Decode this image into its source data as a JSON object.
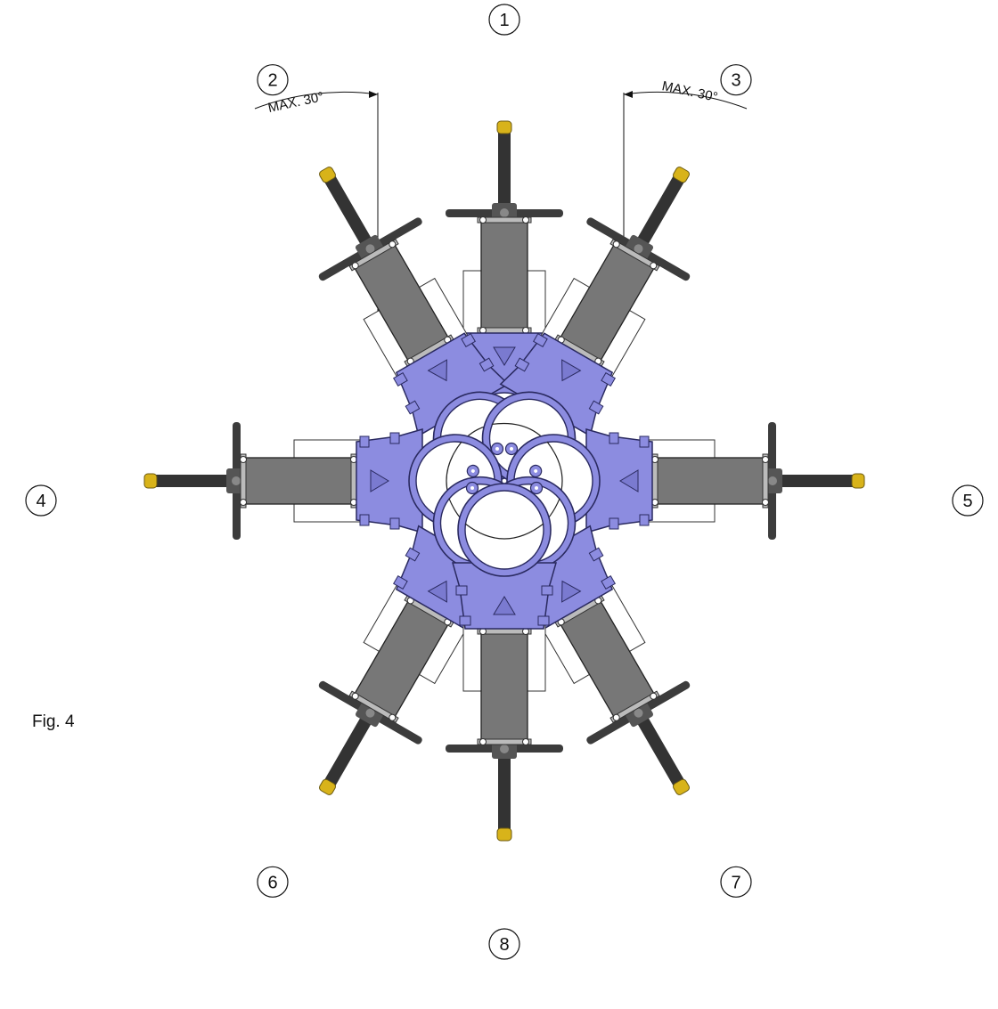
{
  "figure": {
    "caption": "Fig. 4",
    "angle_label_left": "MAX. 30°",
    "angle_label_right": "MAX. 30°",
    "max_angle_deg": 30
  },
  "positions": [
    {
      "label": "1",
      "rotation_deg": 0
    },
    {
      "label": "2",
      "rotation_deg": -30
    },
    {
      "label": "3",
      "rotation_deg": 30
    },
    {
      "label": "4",
      "rotation_deg": -90
    },
    {
      "label": "5",
      "rotation_deg": 90
    },
    {
      "label": "6",
      "rotation_deg": -150
    },
    {
      "label": "7",
      "rotation_deg": 150
    },
    {
      "label": "8",
      "rotation_deg": 180
    }
  ],
  "colors": {
    "body": "#8c8ce0",
    "body_stroke": "#2a2a60",
    "actuator": "#777777",
    "stem": "#333333",
    "stem_cap": "#d8b31a",
    "handwheel": "#3c3c3c",
    "line": "#111111"
  }
}
